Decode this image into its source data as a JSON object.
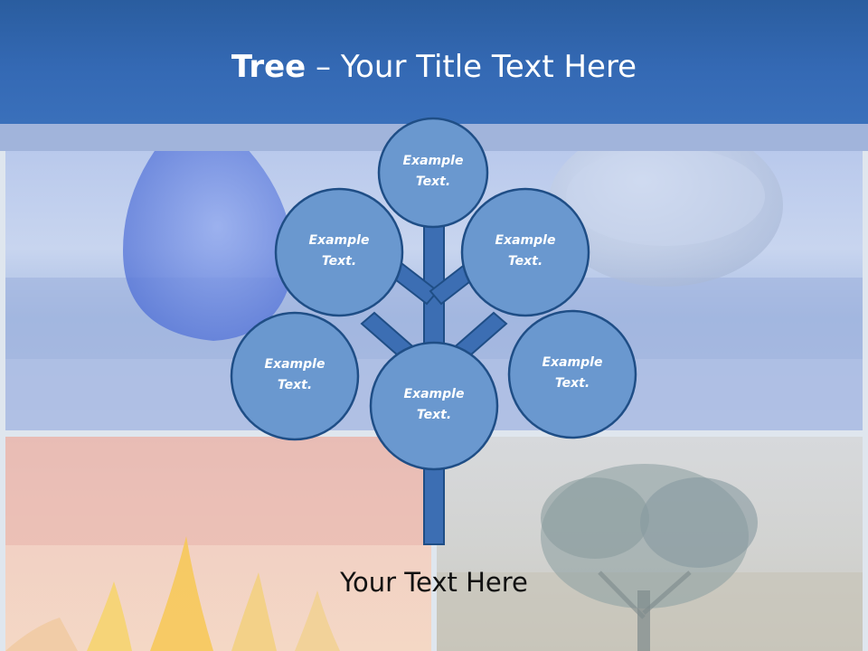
{
  "title": {
    "bold": "Tree",
    "rest": " – Your Title Text Here"
  },
  "nodes": {
    "top": "Example Text.",
    "upper_left": "Example Text.",
    "upper_right": "Example Text.",
    "lower_left": "Example Text.",
    "lower_right": "Example Text.",
    "center": "Example Text."
  },
  "footer": "Your Text Here",
  "colors": {
    "header": "#3469b4",
    "node_fill": "#6a98cf",
    "node_stroke": "#1f4e86",
    "trunk": "#3c6eb3"
  }
}
